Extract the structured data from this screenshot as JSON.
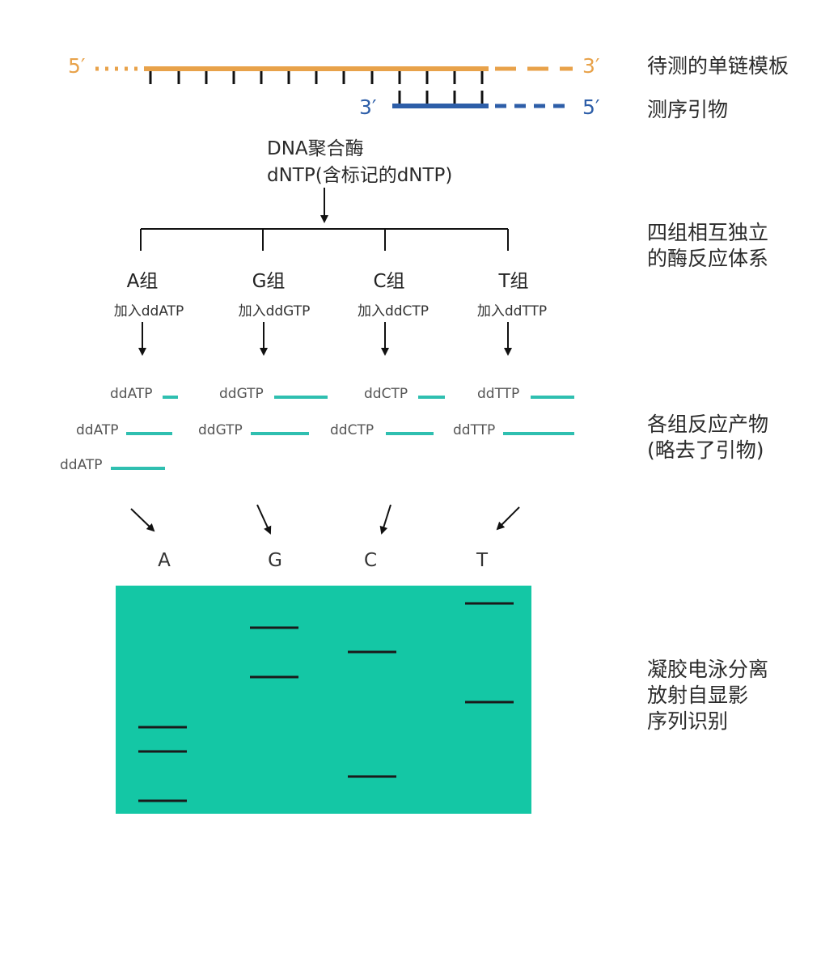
{
  "template": {
    "label": "待测的单链模板",
    "end5": "5′",
    "end3": "3′",
    "color": "#e8a24a"
  },
  "primer": {
    "label": "测序引物",
    "end3": "3′",
    "end5": "5′",
    "color": "#2d5ea8"
  },
  "reagents": {
    "line1": "DNA聚合酶",
    "line2": "dNTP(含标记的dNTP)"
  },
  "systems": {
    "label_line1": "四组相互独立",
    "label_line2": "的酶反应体系"
  },
  "groups": [
    {
      "name": "A组",
      "add": "加入ddATP",
      "lane": "A"
    },
    {
      "name": "G组",
      "add": "加入ddGTP",
      "lane": "G"
    },
    {
      "name": "C组",
      "add": "加入ddCTP",
      "lane": "C"
    },
    {
      "name": "T组",
      "add": "加入ddTTP",
      "lane": "T"
    }
  ],
  "products": {
    "label_line1": "各组反应产物",
    "label_line2": "(略去了引物)",
    "color": "#2fbfb0",
    "items": [
      [
        "ddATP",
        "ddATP",
        "ddATP"
      ],
      [
        "ddGTP",
        "ddGTP"
      ],
      [
        "ddCTP",
        "ddCTP"
      ],
      [
        "ddTTP",
        "ddTTP"
      ]
    ]
  },
  "gel": {
    "label_line1": "凝胶电泳分离",
    "label_line2": "放射自显影",
    "label_line3": "序列识别",
    "color": "#14c7a5",
    "band_color": "#1a1a1a"
  }
}
